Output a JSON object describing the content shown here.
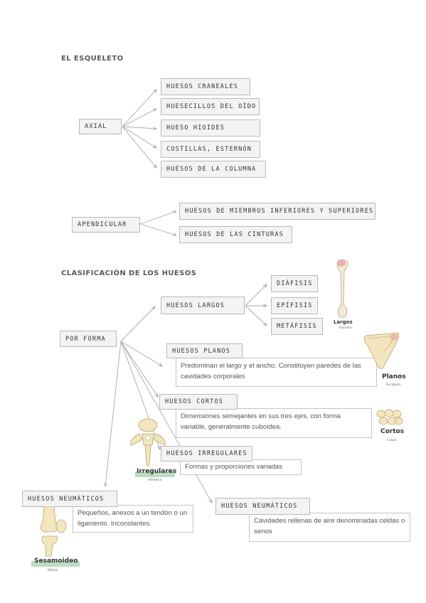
{
  "headings": {
    "skeleton": "EL ESQUELETO",
    "classification": "CLASIFICACIÓN DE LOS HUESOS"
  },
  "axial": {
    "label": "AXIAL",
    "items": [
      "HUESOS CRANEALES",
      "HUESECILLOS DEL OÍDO",
      "HUESO HIOIDES",
      "COSTILLAS, ESTERNÓN",
      "HUESOS DE LA COLUMNA"
    ]
  },
  "apendicular": {
    "label": "APENDICULAR",
    "items": [
      "HUESOS DE MIEMBROS INFERIORES Y SUPERIORES",
      "HUESOS DE LAS CINTURAS"
    ]
  },
  "por_forma": {
    "label": "POR FORMA",
    "largos": {
      "label": "HUESOS LARGOS",
      "parts": [
        "DIÁFISIS",
        "EPÍFISIS",
        "METÁFISIS"
      ]
    },
    "planos": {
      "label": "HUESOS PLANOS",
      "desc": "Predominan el largo y el ancho. Constituyen paredes de las cavidades corporales"
    },
    "cortos": {
      "label": "HUESOS CORTOS",
      "desc": "Dimensiones semejantes en sus tres ejes, con forma variable, generalmente cuboidea."
    },
    "irregulares": {
      "label": "HUESOS IRREGULARES",
      "desc": "Formas y proporciones variadas"
    },
    "sesamoideos": {
      "label": "HUESOS NEUMÁTICOS",
      "desc": "Pequeños, anexos a un tendón o un ligamento. Inconstantes."
    },
    "neumaticos": {
      "label": "HUESOS NEUMÁTICOS",
      "desc": "Cavidades rellenas de aire denominadas celdas o senos"
    }
  },
  "illustrations": {
    "largos": {
      "title": "Largos",
      "sub": "Húmero"
    },
    "planos": {
      "title": "Planos",
      "sub": "Escápula"
    },
    "cortos": {
      "title": "Cortos",
      "sub": "Carpo"
    },
    "irregulares": {
      "title": "Irregulares",
      "sub": "Vértebra"
    },
    "sesamoideo": {
      "title": "Sesamoideo",
      "sub": "Rótula"
    }
  }
}
